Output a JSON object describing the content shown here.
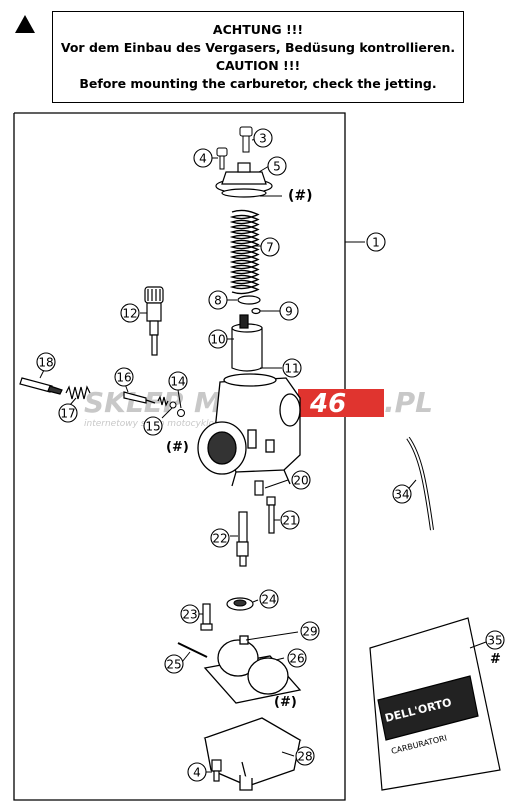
{
  "warning": {
    "line1": "ACHTUNG !!!",
    "line2": "Vor dem Einbau des Vergasers, Bedüsung kontrollieren.",
    "line3": "CAUTION !!!",
    "line4": "Before mounting the carburetor, check the jetting."
  },
  "callouts": {
    "c1": "1",
    "c3": "3",
    "c4": "4",
    "c5": "5",
    "c7": "7",
    "c8": "8",
    "c9": "9",
    "c10": "10",
    "c11": "11",
    "c12": "12",
    "c14": "14",
    "c15": "15",
    "c16": "16",
    "c17": "17",
    "c18": "18",
    "c20": "20",
    "c21": "21",
    "c22": "22",
    "c23": "23",
    "c24": "24",
    "c25": "25",
    "c26": "26",
    "c28": "28",
    "c29": "29",
    "c34": "34",
    "c35": "35",
    "c4b": "4"
  },
  "marks": {
    "hash_top": "(#)",
    "hash_mid": "(#)",
    "hash_low": "(#)",
    "hash_35": "#"
  },
  "watermark": {
    "brand_a": "SKLEP",
    "brand_b": "MOTO",
    "brand_c": "46",
    "brand_d": ".PL",
    "sub": "internetowy sklep motocyklowy"
  },
  "bag": {
    "logo": "DELL'ORTO",
    "label": "CARBURATORI"
  },
  "colors": {
    "ink": "#000000",
    "watermark_grey": "#c8c8c8",
    "watermark_red": "#e0342f"
  }
}
